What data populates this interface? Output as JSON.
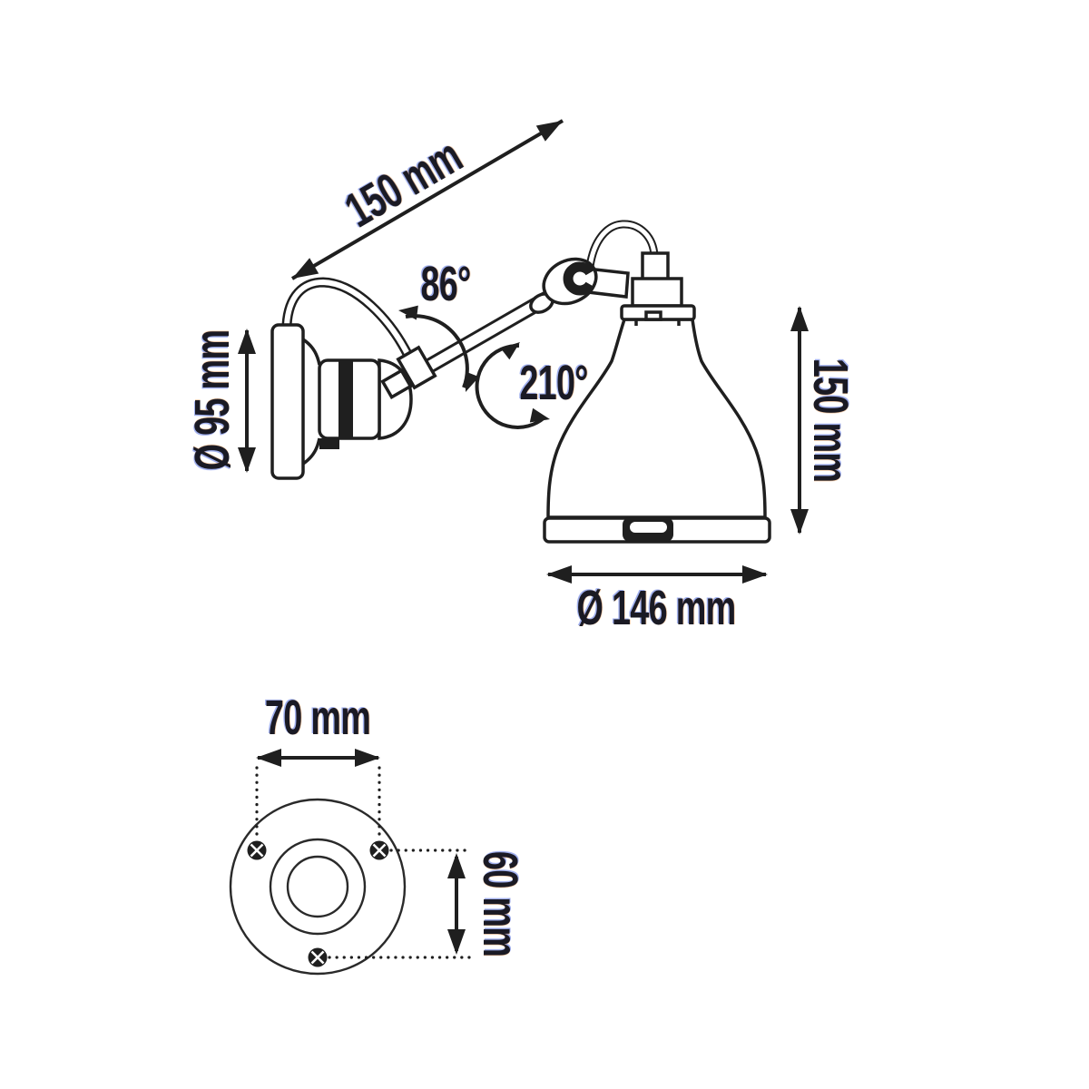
{
  "colors": {
    "background": "#ffffff",
    "line": "#1f1f1f",
    "text": "#1a1a24"
  },
  "side_view": {
    "labels": {
      "arm_length": "150 mm",
      "swivel_angle": "86°",
      "shade_rotation_angle": "210°",
      "backplate_diameter": "Ø 95 mm",
      "shade_height": "150 mm",
      "shade_diameter": "Ø 146 mm"
    }
  },
  "base_view": {
    "labels": {
      "mounting_width": "70 mm",
      "mounting_height": "60 mm"
    }
  }
}
